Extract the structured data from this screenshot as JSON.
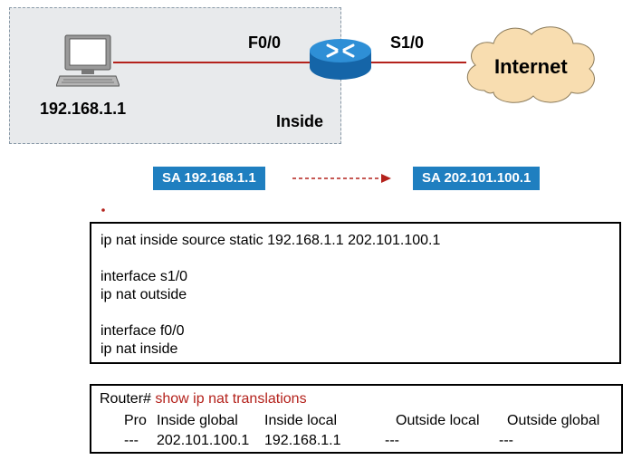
{
  "topology": {
    "pc_ip": "192.168.1.1",
    "router_inside_interface": "F0/0",
    "router_outside_interface": "S1/0",
    "zone_label": "Inside",
    "cloud_label": "Internet"
  },
  "translation": {
    "before": "SA 192.168.1.1",
    "after": "SA 202.101.100.1"
  },
  "config": {
    "lines": [
      "ip nat inside source static 192.168.1.1 202.101.100.1",
      "",
      "interface s1/0",
      "ip nat outside",
      "",
      "interface f0/0",
      "ip nat inside"
    ]
  },
  "show_output": {
    "prompt": "Router#",
    "command": "show ip nat translations",
    "headers": [
      "Pro",
      "Inside global",
      "Inside local",
      "Outside local",
      "Outside global"
    ],
    "row": [
      "---",
      "202.101.100.1",
      "192.168.1.1",
      "---",
      "---"
    ]
  },
  "colors": {
    "link": "#b4221c",
    "sa_box": "#1f7fc0",
    "router": "#1f7fc0",
    "cloud": "#f8ddb0",
    "zone": "#e8eaec"
  }
}
